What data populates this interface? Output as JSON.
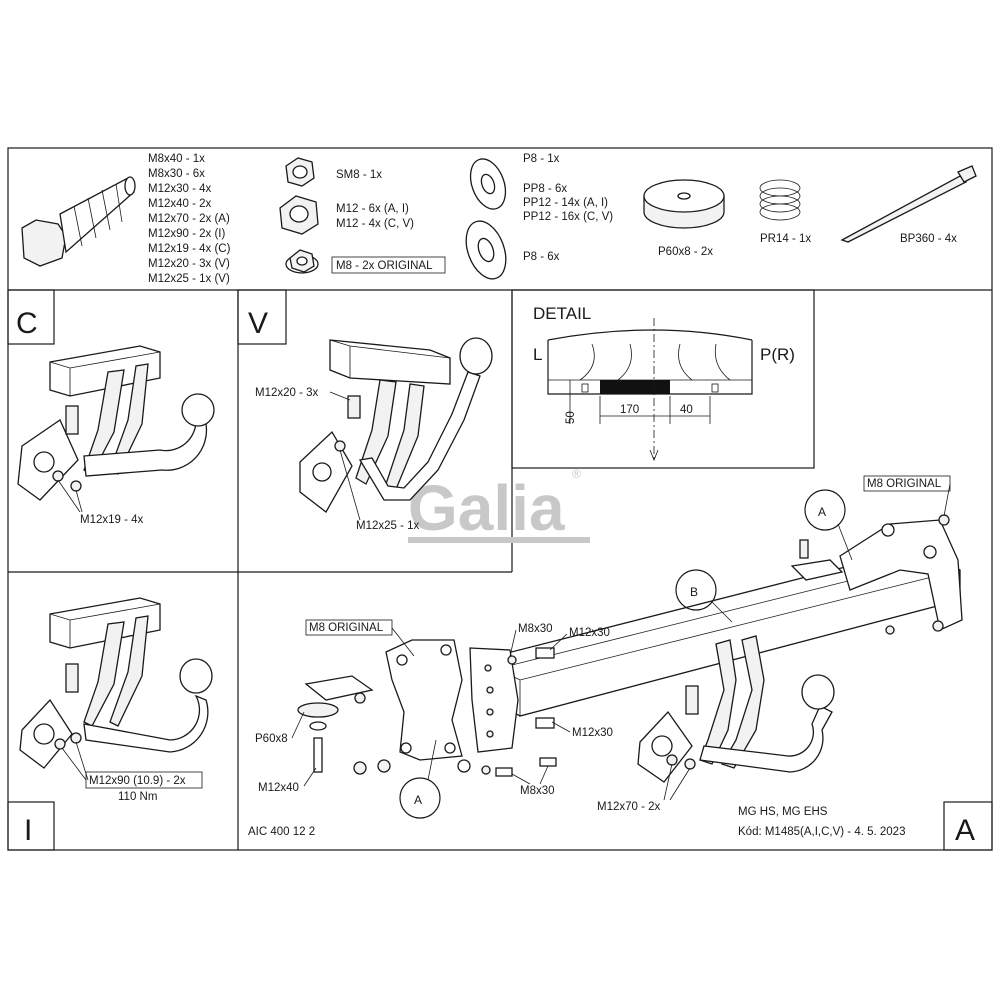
{
  "hardware": {
    "bolt_list": [
      "M8x40 - 1x",
      "M8x30 - 6x",
      "M12x30 - 4x",
      "M12x40 - 2x",
      "M12x70 - 2x (A)",
      "M12x90 - 2x (I)",
      "M12x19 - 4x (C)",
      "M12x20 - 3x (V)",
      "M12x25 - 1x (V)"
    ],
    "sm8": "SM8 - 1x",
    "nut_m12": [
      "M12 - 6x (A, I)",
      "M12 - 4x (C, V)"
    ],
    "nut_m8_original": "M8 - 2x ORIGINAL",
    "washers_top": "P8 - 1x",
    "washers_pp": [
      "PP8 - 6x",
      "PP12 - 14x (A, I)",
      "PP12 - 16x (C, V)"
    ],
    "washers_bottom": "P8 - 6x",
    "p60": "P60x8 - 2x",
    "spring": "PR14 - 1x",
    "tie": "BP360 - 4x"
  },
  "panels": {
    "c_letter": "C",
    "c_label": "M12x19 - 4x",
    "v_letter": "V",
    "v_label_1": "M12x20 - 3x",
    "v_label_2": "M12x25 - 1x",
    "i_letter": "I",
    "i_label_1": "M12x90 (10.9) - 2x",
    "i_label_2": "110 Nm",
    "a_letter": "A"
  },
  "detail": {
    "title": "DETAIL",
    "left": "L",
    "right": "P(R)",
    "dim_50": "50",
    "dim_170": "170",
    "dim_40": "40"
  },
  "main": {
    "callout_a": "A",
    "callout_b": "B",
    "m8_original_right": "M8 ORIGINAL",
    "m8_original_left": "M8 ORIGINAL",
    "m8x30_top": "M8x30",
    "m12x30_top": "M12x30",
    "m12x30_mid": "M12x30",
    "m8x30_bottom": "M8x30",
    "p60x8": "P60x8",
    "m12x40": "M12x40",
    "m12x70": "M12x70 - 2x",
    "model": "MG HS, MG EHS",
    "code": "Kód: M1485(A,I,C,V) - 4. 5. 2023",
    "aic": "AIC 400 12 2"
  },
  "watermark": {
    "text": "Galia",
    "reg": "®"
  }
}
